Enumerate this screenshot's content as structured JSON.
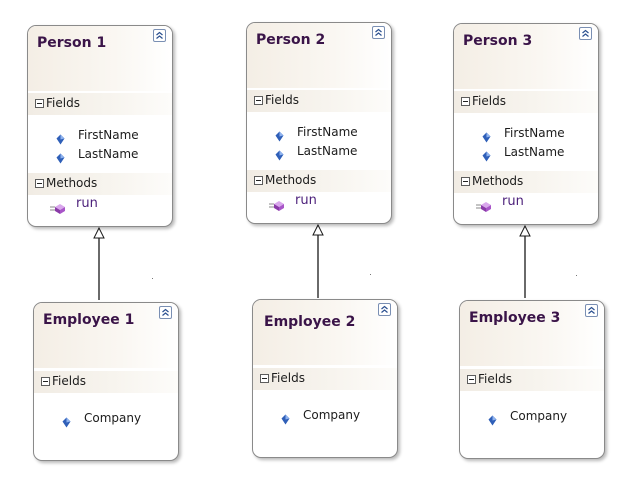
{
  "classes": [
    {
      "title": "Person 1",
      "fields_label": "Fields",
      "fields": [
        "FirstName",
        "LastName"
      ],
      "methods_label": "Methods",
      "methods": [
        "run"
      ]
    },
    {
      "title": "Person 2",
      "fields_label": "Fields",
      "fields": [
        "FirstName",
        "LastName"
      ],
      "methods_label": "Methods",
      "methods": [
        "run"
      ]
    },
    {
      "title": "Person 3",
      "fields_label": "Fields",
      "fields": [
        "FirstName",
        "LastName"
      ],
      "methods_label": "Methods",
      "methods": [
        "run"
      ]
    },
    {
      "title": "Employee 1",
      "fields_label": "Fields",
      "fields": [
        "Company"
      ]
    },
    {
      "title": "Employee 2",
      "fields_label": "Fields",
      "fields": [
        "Company"
      ]
    },
    {
      "title": "Employee 3",
      "fields_label": "Fields",
      "fields": [
        "Company"
      ]
    }
  ],
  "inheritance": [
    {
      "child": "Employee 1",
      "parent": "Person 1"
    },
    {
      "child": "Employee 2",
      "parent": "Person 2"
    },
    {
      "child": "Employee 3",
      "parent": "Person 3"
    }
  ],
  "colors": {
    "title_text": "#3a1448",
    "method_text": "#4b1f7a",
    "border": "#8a8a8a",
    "field_icon": "#2f5fb8",
    "method_icon": "#a855c8"
  },
  "icons": {
    "collapse": "double-chevron-up-icon",
    "expander": "minus-square-icon",
    "field": "field-diamond-icon",
    "method": "method-cube-icon"
  }
}
